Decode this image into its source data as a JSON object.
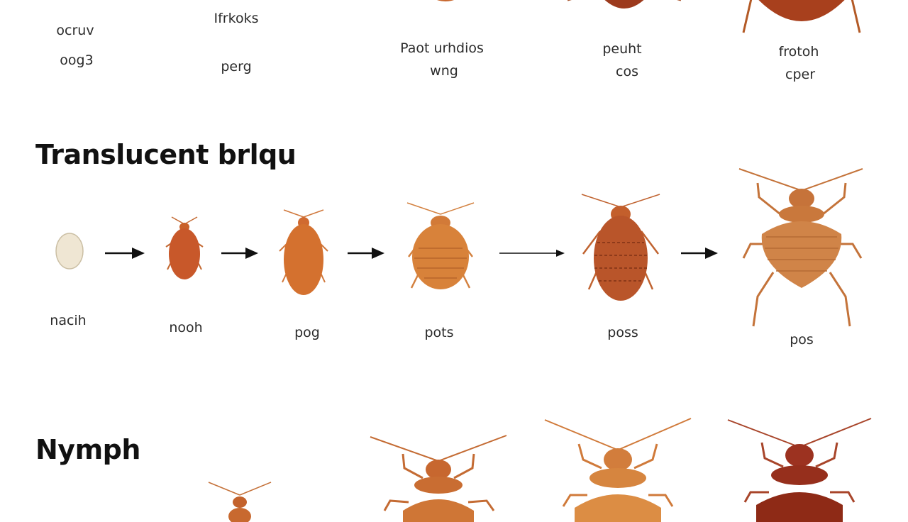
{
  "top_row": {
    "labels": [
      {
        "line1": "ocruv",
        "line2": "oog3"
      },
      {
        "line1": "Ifrkoks",
        "line2": "perg"
      },
      {
        "line1": "Paot urhdios",
        "line2": "wng"
      },
      {
        "line1": "peuht",
        "line2": "cos"
      },
      {
        "line1": "frotoh",
        "line2": "cper"
      }
    ]
  },
  "section_translucent": {
    "heading": "Translucent brlqu",
    "labels": [
      "nacih",
      "nooh",
      "pog",
      "pots",
      "poss",
      "pos"
    ]
  },
  "section_nymph": {
    "heading": "Nymph"
  },
  "colors": {
    "egg": "#efe6d3",
    "bug_light": "#d9833c",
    "bug_mid": "#c0602a",
    "bug_dark": "#8e2a16",
    "arrow": "#111111"
  }
}
